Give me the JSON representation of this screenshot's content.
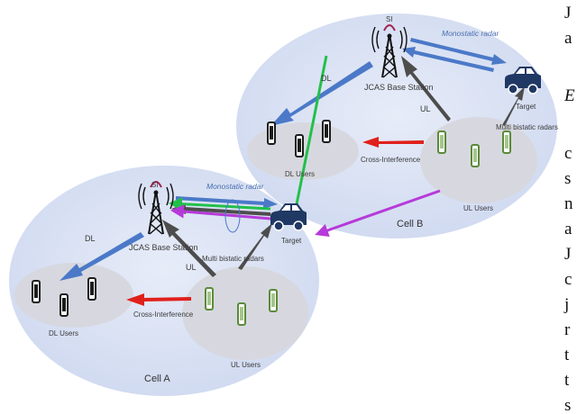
{
  "cell_a": {
    "name": "Cell A",
    "base_station": "JCAS Base Station",
    "si": "SI",
    "dl": "DL",
    "ul": "UL",
    "monostatic": "Monostatic radar",
    "multistatic": "Multi bistatic radars",
    "target": "Target",
    "dl_users": "DL Users",
    "ul_users": "UL Users",
    "cross": "Cross-Interference"
  },
  "cell_b": {
    "name": "Cell B",
    "base_station": "JCAS Base Station",
    "si": "SI",
    "dl": "DL",
    "ul": "UL",
    "monostatic": "Monostatic radar",
    "multistatic": "Multi bistatic radars",
    "target": "Target",
    "dl_users": "DL Users",
    "ul_users": "UL Users",
    "cross": "Cross-Interference"
  },
  "side_text": [
    "J",
    "a",
    "E",
    "c",
    "s",
    "n",
    "a",
    "J",
    "c",
    "j",
    "r",
    "t",
    "t",
    "s"
  ],
  "colors": {
    "cell_fill": "#dde4f4",
    "group_fill": "#d7d8df",
    "dl_arrow": "#4b79c8",
    "ul_arrow": "#4d4d4d",
    "interference": "#e0201c",
    "green_link": "#22c04a",
    "purple_link": "#b63ad9",
    "vehicle": "#203864",
    "phone_dl": "#1c1c1c",
    "phone_ul": "#5a8a3a"
  }
}
